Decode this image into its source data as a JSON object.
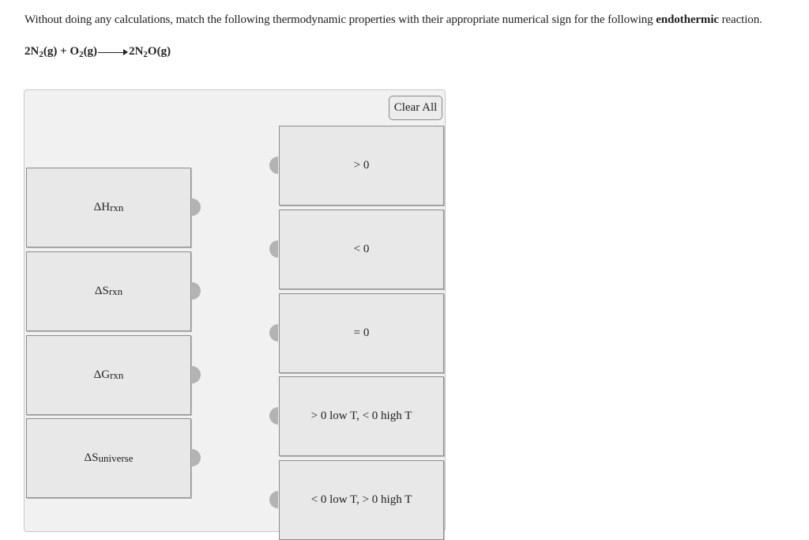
{
  "question": {
    "prompt_before": "Without doing any calculations, match the following thermodynamic properties with their appropriate numerical sign for the following ",
    "prompt_bold": "endothermic",
    "prompt_after": " reaction.",
    "equation": {
      "reactant1_coef": "2N",
      "reactant1_sub": "2",
      "reactant1_state": "(g) + O",
      "reactant2_sub": "2",
      "reactant2_state": "(g)",
      "product_coef": "2N",
      "product_sub": "2",
      "product_rest": "O(g)"
    }
  },
  "matching": {
    "clear_all_label": "Clear All",
    "properties": [
      {
        "symbol": "ΔH",
        "subscript": "rxn"
      },
      {
        "symbol": "ΔS",
        "subscript": "rxn"
      },
      {
        "symbol": "ΔG",
        "subscript": "rxn"
      },
      {
        "symbol": "ΔS",
        "subscript": "universe"
      }
    ],
    "signs": [
      {
        "label": "> 0"
      },
      {
        "label": "< 0"
      },
      {
        "label": "= 0"
      },
      {
        "label": "> 0 low T, < 0 high T"
      },
      {
        "label": "< 0 low T, > 0 high T"
      }
    ]
  }
}
